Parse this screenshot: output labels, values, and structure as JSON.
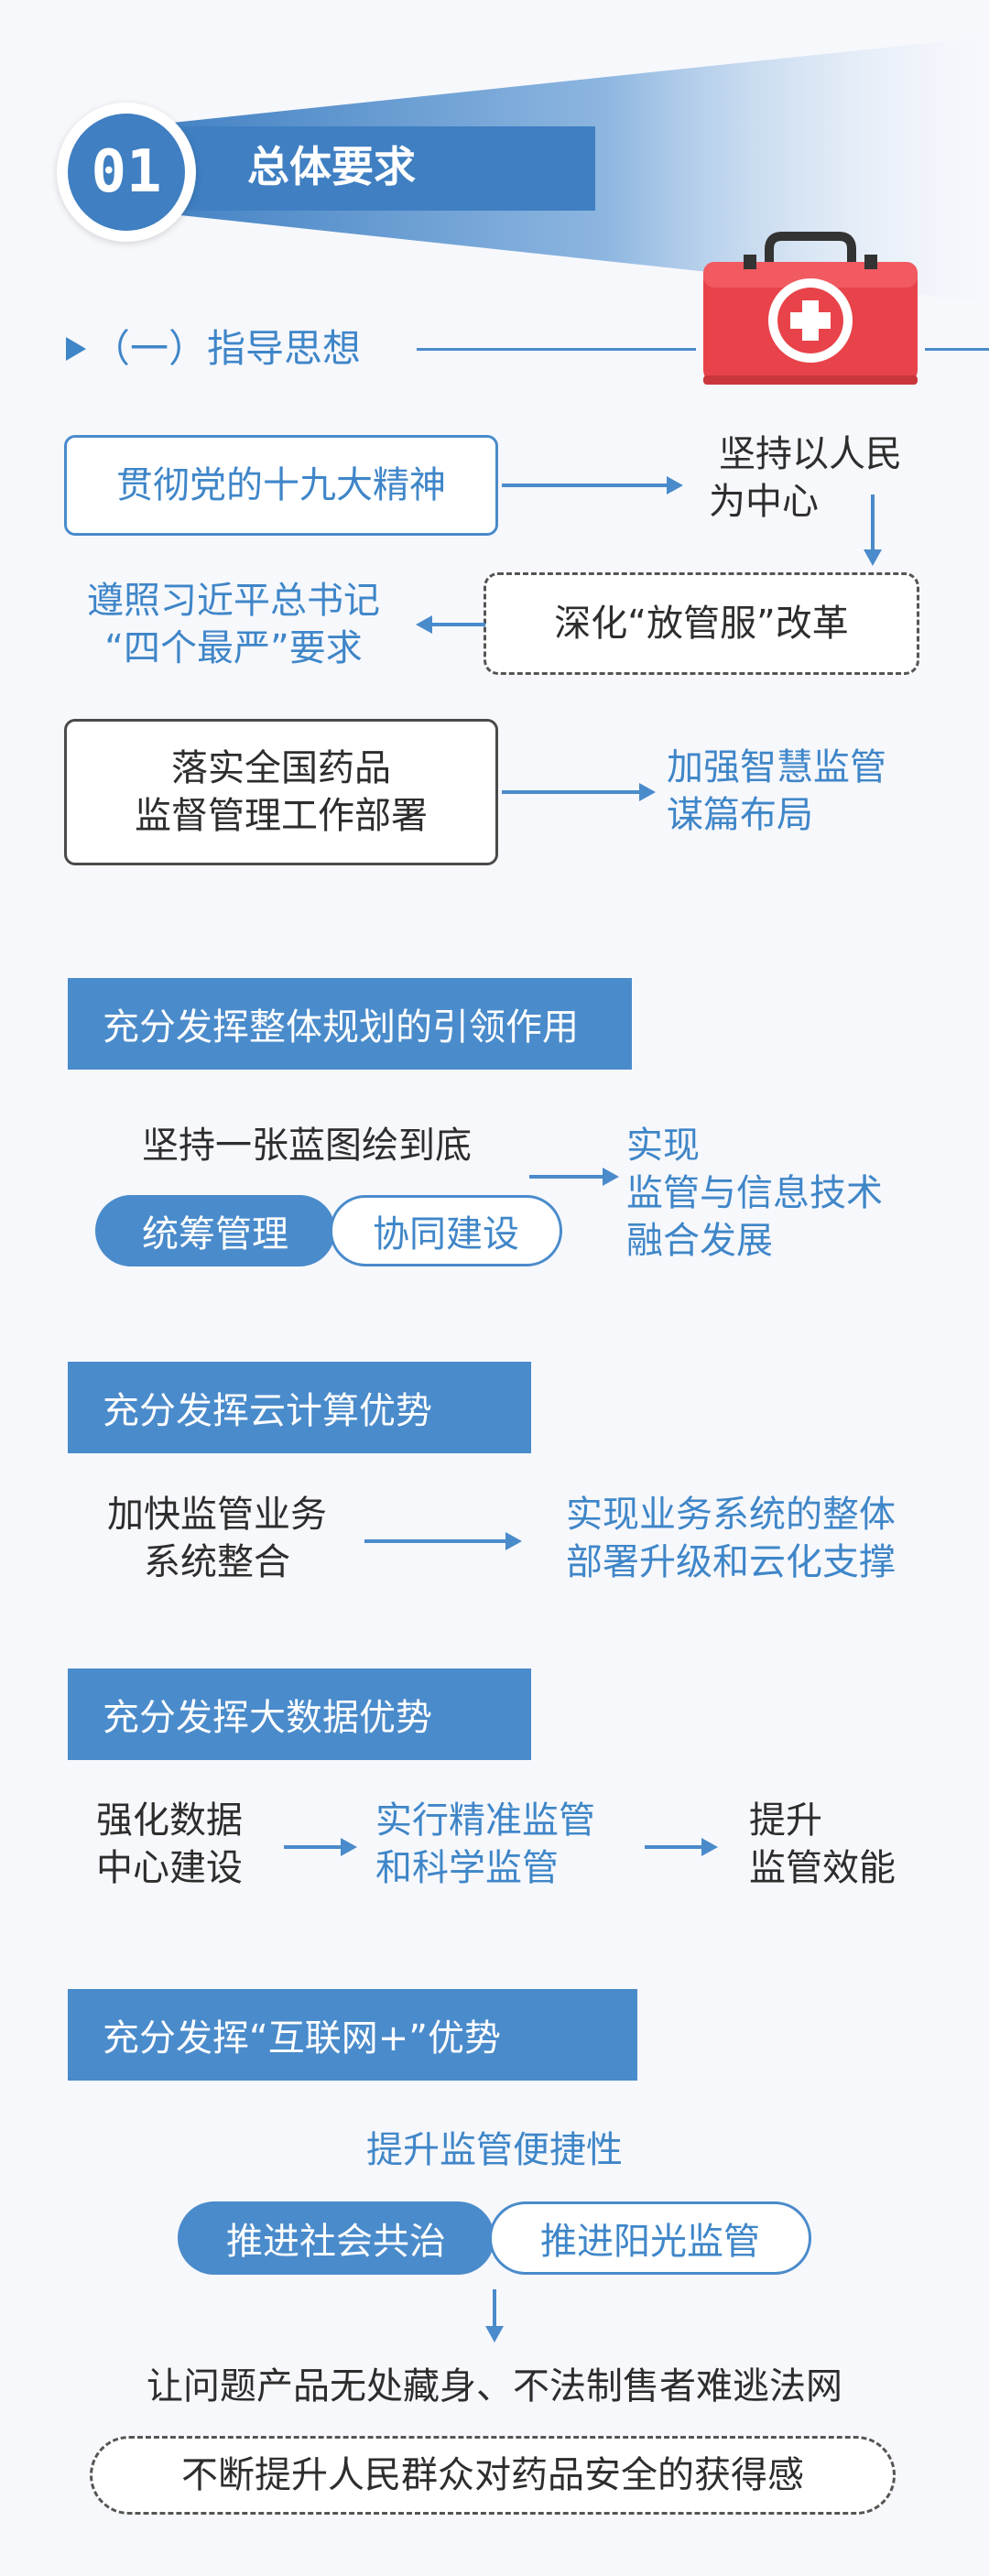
{
  "header": {
    "number": "01",
    "title": "总体要求"
  },
  "guiding": {
    "heading": "（一）指导思想",
    "box1": "贯彻党的十九大精神",
    "people_centered": [
      "坚持以人民",
      "为中心"
    ],
    "reform": "深化“放管服”改革",
    "strict": [
      "遵照习近平总书记",
      "“四个最严”要求"
    ],
    "deploy": [
      "落实全国药品",
      "监督管理工作部署"
    ],
    "smart": [
      "加强智慧监管",
      "谋篇布局"
    ]
  },
  "section1": {
    "banner": "充分发挥整体规划的引领作用",
    "blueprint": "坚持一张蓝图绘到底",
    "pill_fill": "统筹管理",
    "pill_outline": "协同建设",
    "result": [
      "实现",
      "监管与信息技术",
      "融合发展"
    ]
  },
  "section2": {
    "banner": "充分发挥云计算优势",
    "left": [
      "加快监管业务",
      "系统整合"
    ],
    "right": [
      "实现业务系统的整体",
      "部署升级和云化支撑"
    ]
  },
  "section3": {
    "banner": "充分发挥大数据优势",
    "left": [
      "强化数据",
      "中心建设"
    ],
    "middle": [
      "实行精准监管",
      "和科学监管"
    ],
    "right": [
      "提升",
      "监管效能"
    ]
  },
  "section4": {
    "banner": "充分发挥“互联网+”优势",
    "convenience": "提升监管便捷性",
    "pill_fill": "推进社会共治",
    "pill_outline": "推进阳光监管",
    "outcome": "让问题产品无处藏身、不法制售者难逃法网",
    "final": "不断提升人民群众对药品安全的获得感"
  },
  "colors": {
    "accent": "#4a8bcb",
    "kit_red": "#e8434a"
  },
  "icons": [
    "medical-kit-icon",
    "play-marker-icon",
    "arrow-right-icon",
    "arrow-down-icon",
    "arrow-left-icon"
  ]
}
